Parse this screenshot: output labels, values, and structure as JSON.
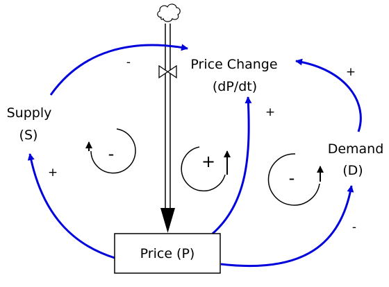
{
  "diagram": {
    "colors": {
      "causal_link": "#0000dd",
      "outline": "#000000",
      "background": "#ffffff"
    },
    "icons": {
      "cloud": "cloud-icon",
      "valve": "valve-icon"
    },
    "nodes": {
      "price": {
        "label": "Price (P)"
      },
      "price_change": {
        "line1": "Price Change",
        "line2": "(dP/dt)"
      },
      "supply": {
        "line1": "Supply",
        "line2": "(S)"
      },
      "demand": {
        "line1": "Demand",
        "line2": "(D)"
      }
    },
    "links": {
      "supply_to_price_change": "-",
      "price_to_price_change": "+",
      "demand_to_price_change": "+",
      "price_to_supply": "+",
      "price_to_demand": "-"
    },
    "loops": {
      "supply_loop": "-",
      "price_loop": "+",
      "demand_loop": "-"
    }
  }
}
